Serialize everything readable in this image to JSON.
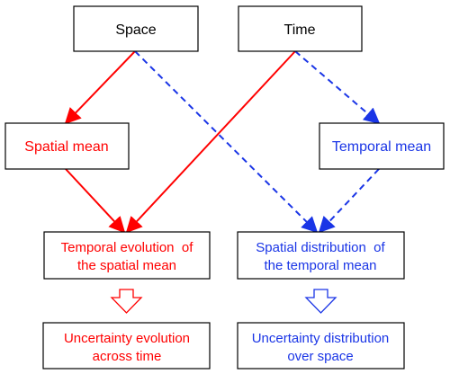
{
  "colors": {
    "black": "#000000",
    "red": "#ff0000",
    "blue": "#1a35e6"
  },
  "nodes": {
    "space": {
      "label": "Space"
    },
    "time": {
      "label": "Time"
    },
    "spatial_mean": {
      "label": "Spatial mean"
    },
    "temporal_mean": {
      "label": "Temporal mean"
    },
    "temporal_evolution": {
      "line1": "Temporal evolution  of",
      "line2": "the spatial mean"
    },
    "spatial_distribution": {
      "line1": "Spatial distribution  of",
      "line2": "the temporal mean"
    },
    "uncertainty_evolution": {
      "line1": "Uncertainty evolution",
      "line2": "across time"
    },
    "uncertainty_distribution": {
      "line1": "Uncertainty distribution",
      "line2": "over space"
    }
  }
}
